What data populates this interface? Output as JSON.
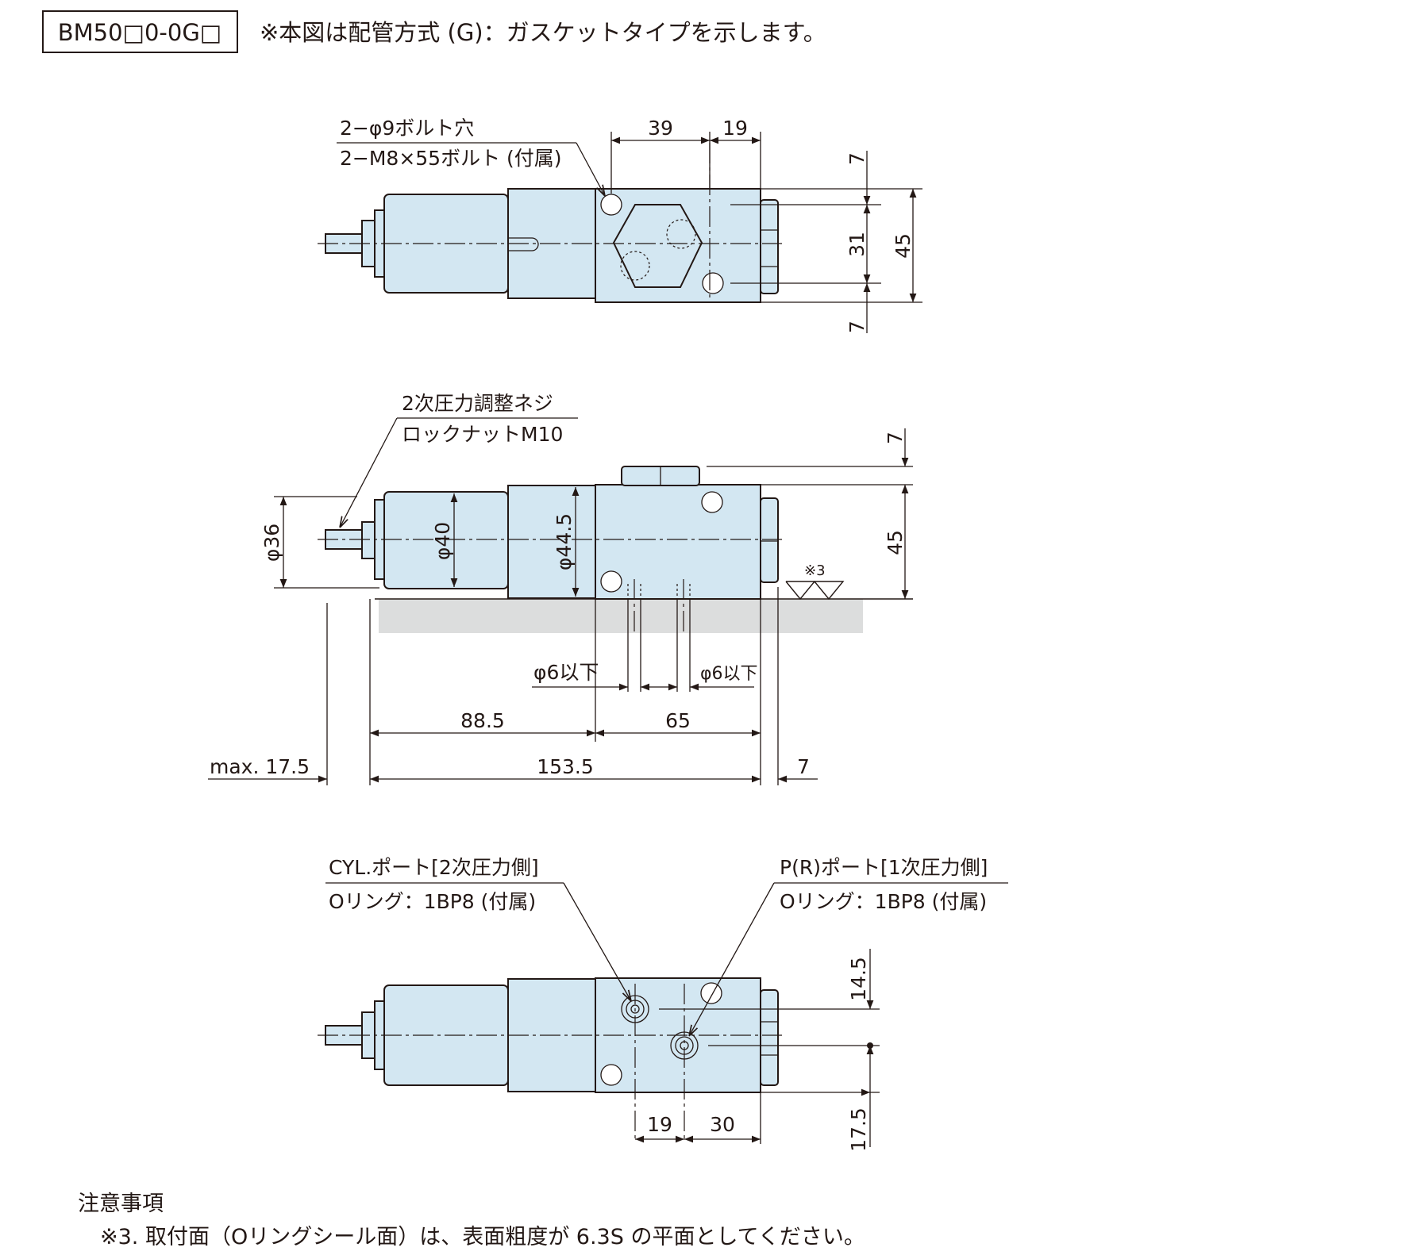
{
  "header": {
    "model_code": "BM50□0-0G□",
    "note": "※本図は配管方式 (G)：ガスケットタイプを示します。"
  },
  "top_view": {
    "callout_line1": "2−φ9ボルト穴",
    "callout_line2": "2−M8×55ボルト (付属)",
    "dims": {
      "d39": "39",
      "d19": "19",
      "d7_top": "7",
      "d31": "31",
      "d45": "45",
      "d7_bottom": "7"
    }
  },
  "side_view": {
    "callout_line1": "2次圧力調整ネジ",
    "callout_line2": "ロックナットM10",
    "dims": {
      "d7": "7",
      "d45": "45",
      "phi36": "φ36",
      "phi40": "φ40",
      "phi44_5": "φ44.5",
      "phi6_a": "φ6以下",
      "phi6_b": "φ6以下",
      "d88_5": "88.5",
      "d65": "65",
      "max17_5": "max. 17.5",
      "d153_5": "153.5",
      "d7_right": "7"
    },
    "surface_mark": "※3"
  },
  "bottom_view": {
    "cyl_line1": "CYL.ポート[2次圧力側]",
    "cyl_line2": "Oリング：1BP8 (付属)",
    "pr_line1": "P(R)ポート[1次圧力側]",
    "pr_line2": "Oリング：1BP8 (付属)",
    "dims": {
      "d14_5": "14.5",
      "d17_5": "17.5",
      "d19": "19",
      "d30": "30"
    }
  },
  "notes": {
    "title": "注意事項",
    "item3": "※3.  取付面（Oリングシール面）は、表面粗度が 6.3S の平面としてください。"
  },
  "colors": {
    "body_fill": "#d3e7f2",
    "line": "#231815",
    "mount_plate": "#dcdddd"
  }
}
